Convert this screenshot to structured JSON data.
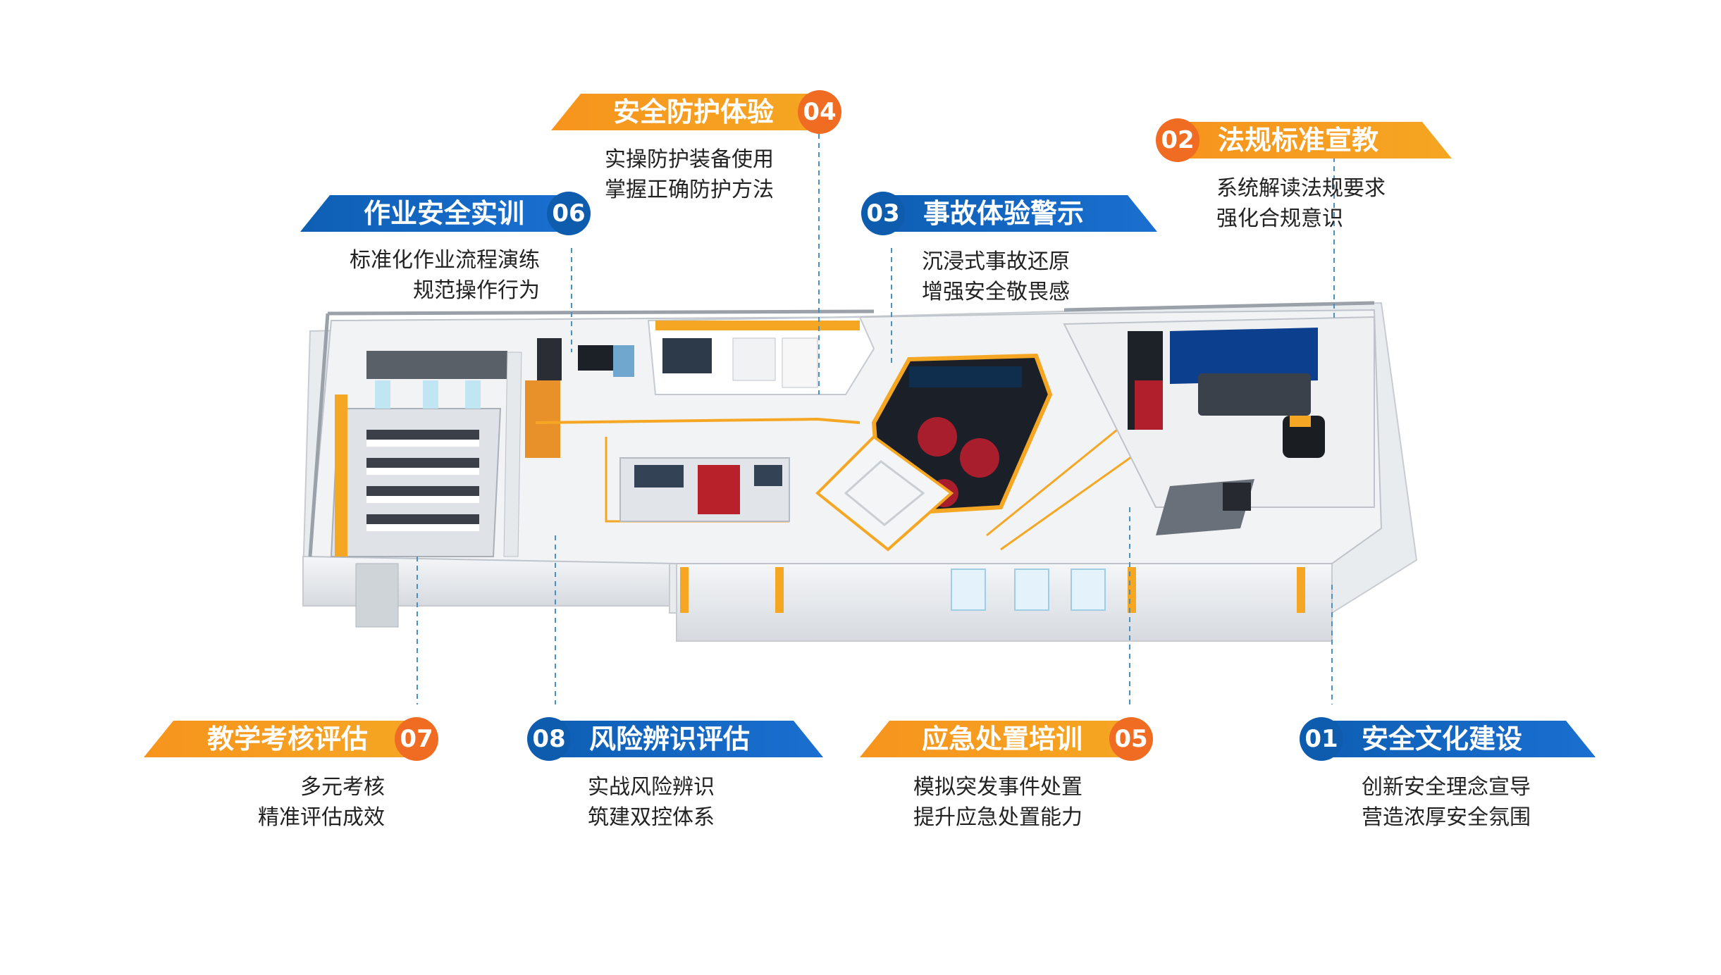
{
  "colors": {
    "orange": "#f5a623",
    "orange_dark": "#ef6c22",
    "blue": "#0e5fb4",
    "blue_dark": "#0d5cae",
    "connector": "#4a90c2"
  },
  "sections": {
    "s01": {
      "num": "01",
      "title": "安全文化建设",
      "line1": "创新安全理念宣导",
      "line2": "营造浓厚安全氛围"
    },
    "s02": {
      "num": "02",
      "title": "法规标准宣教",
      "line1": "系统解读法规要求",
      "line2": "强化合规意识"
    },
    "s03": {
      "num": "03",
      "title": "事故体验警示",
      "line1": "沉浸式事故还原",
      "line2": "增强安全敬畏感"
    },
    "s04": {
      "num": "04",
      "title": "安全防护体验",
      "line1": "实操防护装备使用",
      "line2": "掌握正确防护方法"
    },
    "s05": {
      "num": "05",
      "title": "应急处置培训",
      "line1": "模拟突发事件处置",
      "line2": "提升应急处置能力"
    },
    "s06": {
      "num": "06",
      "title": "作业安全实训",
      "line1": "标准化作业流程演练",
      "line2": "规范操作行为"
    },
    "s07": {
      "num": "07",
      "title": "教学考核评估",
      "line1": "多元考核",
      "line2": "精准评估成效"
    },
    "s08": {
      "num": "08",
      "title": "风险辨识评估",
      "line1": "实战风险辨识",
      "line2": "筑建双控体系"
    }
  }
}
